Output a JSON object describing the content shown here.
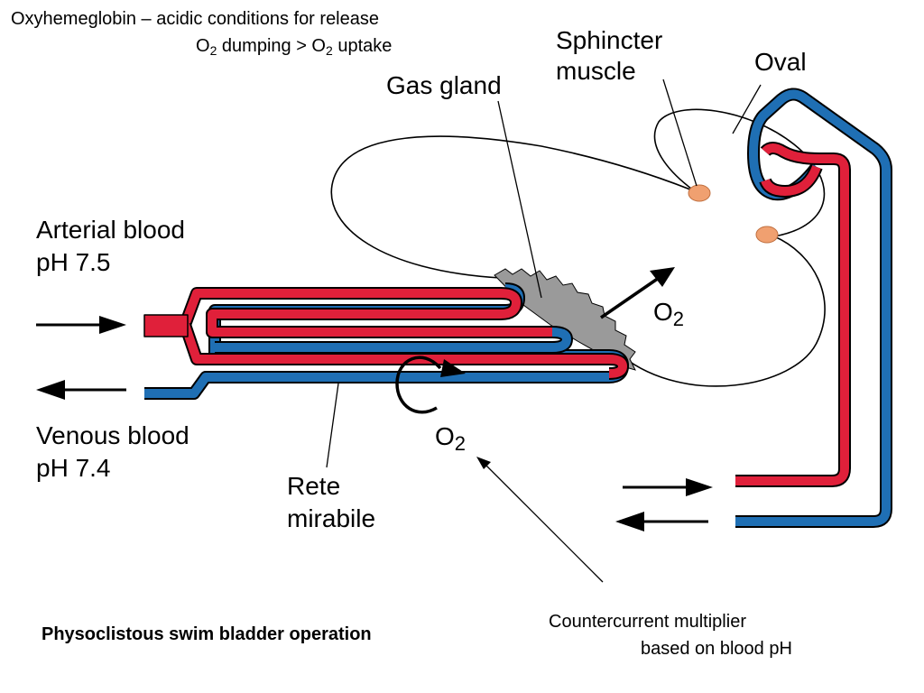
{
  "header": {
    "line1": "Oxyhemeglobin – acidic conditions for release",
    "line2_a": "O",
    "line2_sub_a": "2",
    "line2_b": " dumping > O",
    "line2_sub_b": "2",
    "line2_c": " uptake"
  },
  "labels": {
    "sphincter_1": "Sphincter",
    "sphincter_2": "muscle",
    "oval": "Oval",
    "gas_gland": "Gas gland",
    "arterial_1": "Arterial blood",
    "arterial_2": "pH 7.5",
    "venous_1": "Venous blood",
    "venous_2": "pH 7.4",
    "rete_1": "Rete",
    "rete_2": "mirabile",
    "o2_main": "O",
    "o2_main_sub": "2",
    "o2_rete": "O",
    "o2_rete_sub": "2",
    "countercurrent_1": "Countercurrent multiplier",
    "countercurrent_2": "based on blood pH",
    "title": "Physoclistous swim bladder operation"
  },
  "colors": {
    "arterial": "#e0203a",
    "venous": "#1f6fb4",
    "gland": "#9a9a9a",
    "sphincter": "#f0a070",
    "outline": "#000000"
  }
}
